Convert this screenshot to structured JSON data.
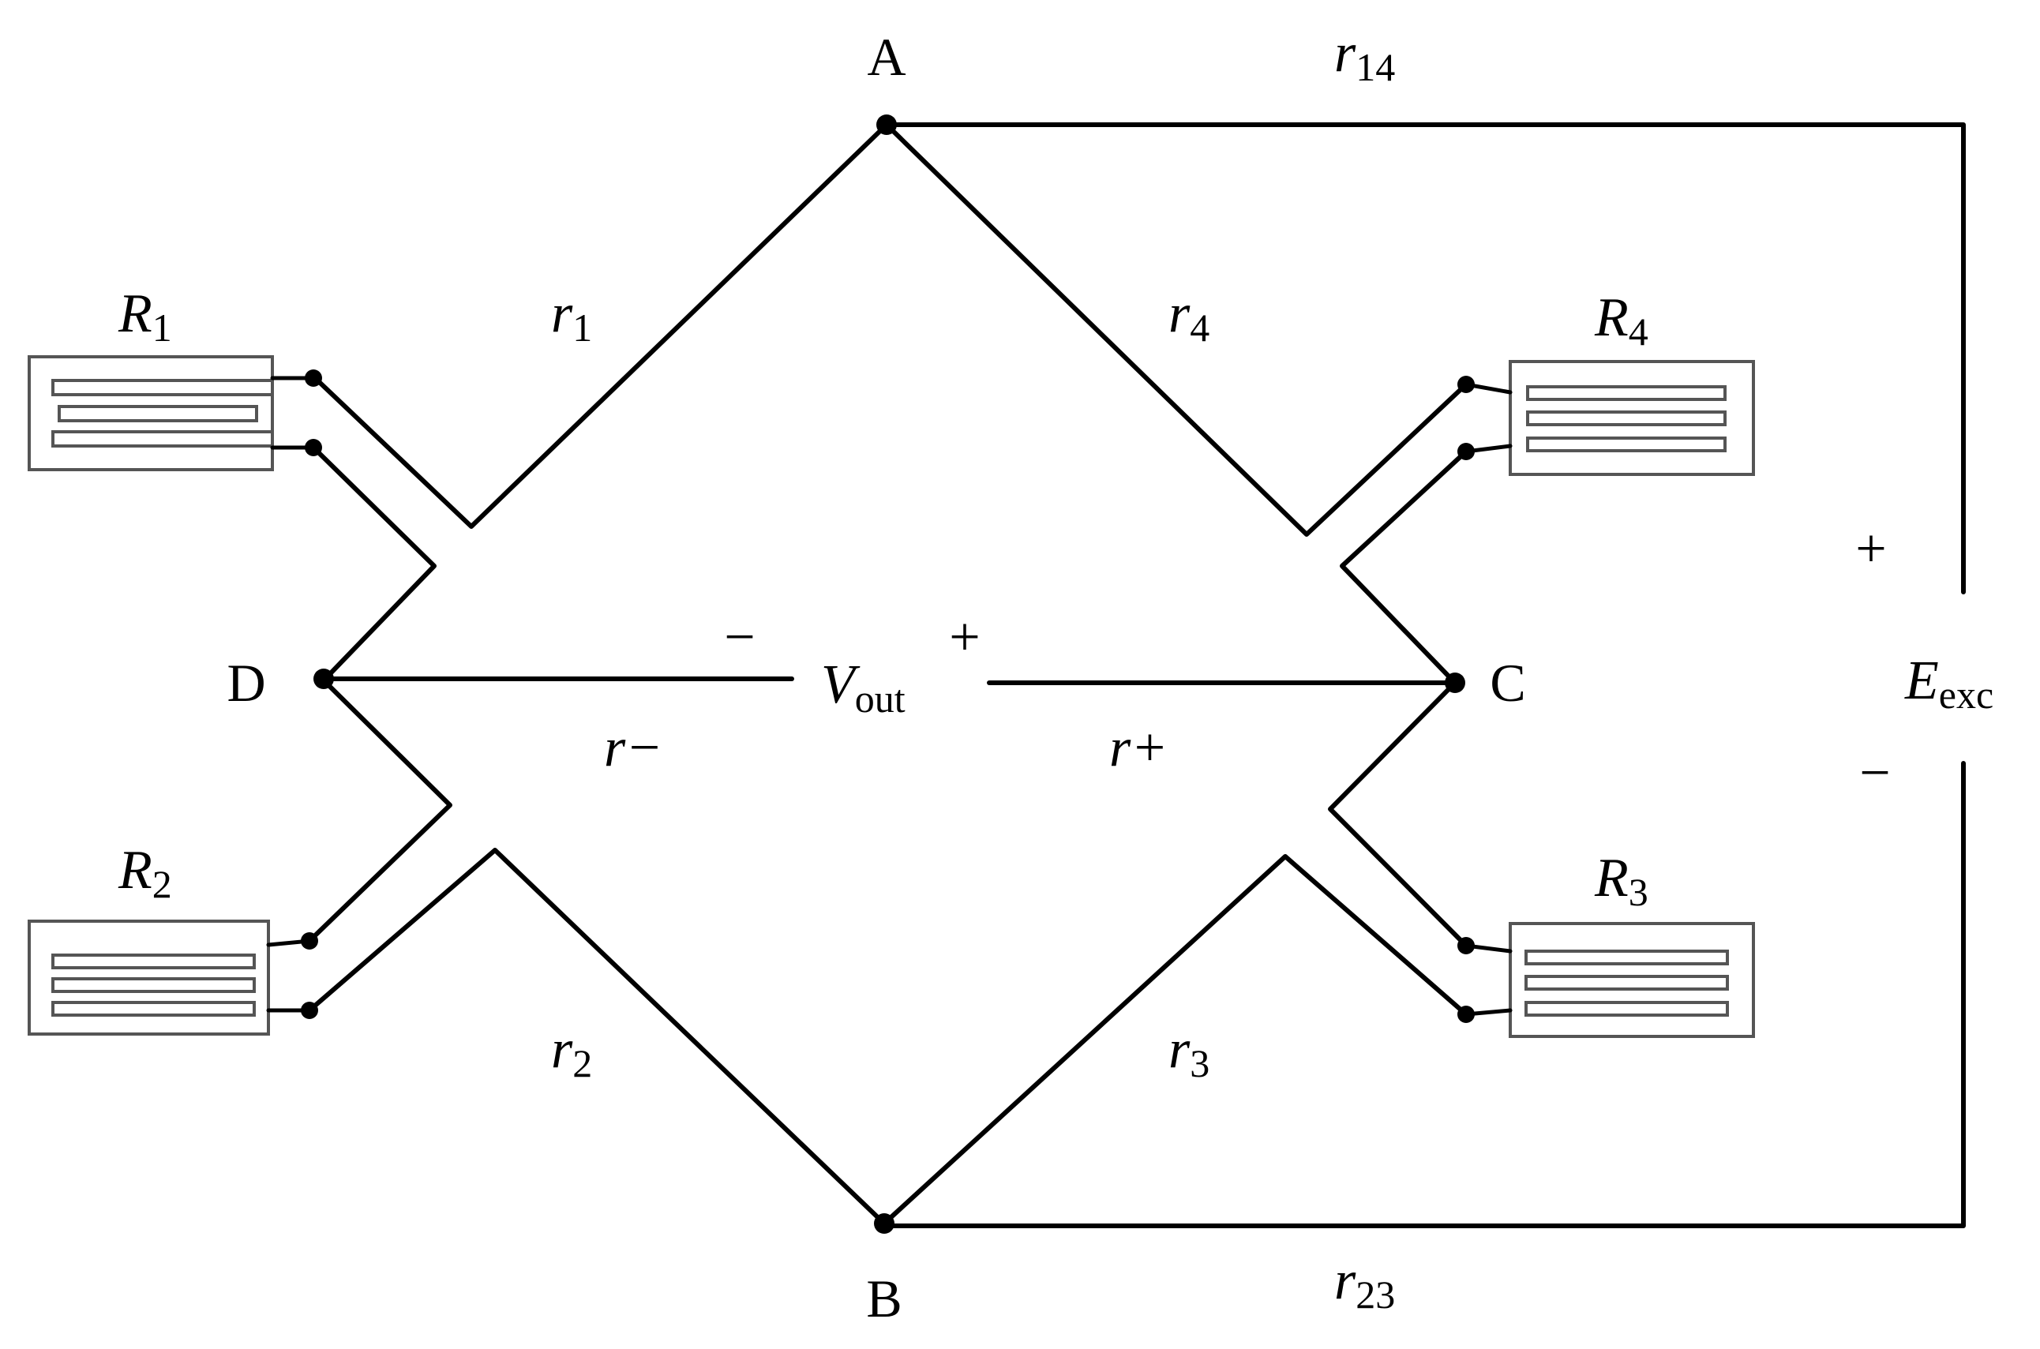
{
  "nodes": {
    "A": "A",
    "B": "B",
    "C": "C",
    "D": "D"
  },
  "wire_resistances": {
    "r1": {
      "main": "r",
      "sub": "1"
    },
    "r2": {
      "main": "r",
      "sub": "2"
    },
    "r3": {
      "main": "r",
      "sub": "3"
    },
    "r4": {
      "main": "r",
      "sub": "4"
    },
    "r14": {
      "main": "r",
      "sub": "14"
    },
    "r23": {
      "main": "r",
      "sub": "23"
    },
    "r_minus": "r−",
    "r_plus": "r+"
  },
  "gauges": {
    "R1": {
      "main": "R",
      "sub": "1"
    },
    "R2": {
      "main": "R",
      "sub": "2"
    },
    "R3": {
      "main": "R",
      "sub": "3"
    },
    "R4": {
      "main": "R",
      "sub": "4"
    }
  },
  "output": {
    "main": "V",
    "sub": "out",
    "minus": "−",
    "plus": "+"
  },
  "excitation": {
    "main": "E",
    "sub": "exc",
    "plus": "+",
    "minus": "−"
  },
  "colors": {
    "wire": "#000000",
    "gauge_outline": "#555555"
  }
}
